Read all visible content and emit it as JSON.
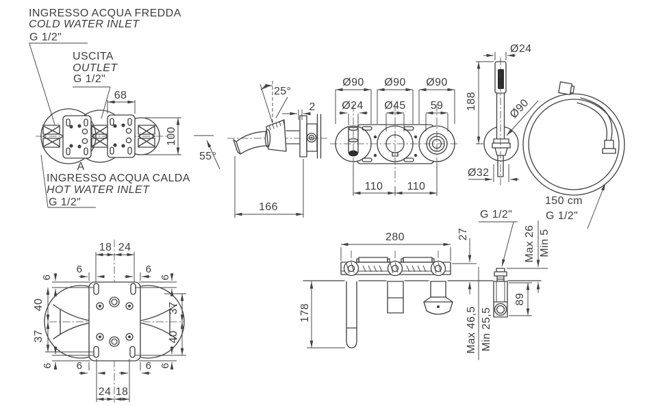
{
  "labels": {
    "cold_inlet": {
      "line1": "INGRESSO ACQUA FREDDA",
      "line2": "COLD WATER INLET",
      "thread": "G 1/2\""
    },
    "outlet": {
      "line1": "USCITA",
      "line2": "OUTLET",
      "thread": "G 1/2\""
    },
    "hot_inlet": {
      "line1": "INGRESSO ACQUA CALDA",
      "line2": "HOT WATER INLET",
      "thread": "G 1/2\""
    },
    "marker_a": "A",
    "hose": {
      "length": "150 cm",
      "thread": "G 1/2\""
    },
    "wall_outlet": {
      "thread": "G 1/2\""
    }
  },
  "dims": {
    "d68": "68",
    "d100": "100",
    "a25": "25°",
    "d2": "2",
    "a55": "55°",
    "d166": "166",
    "d90": "Ø90",
    "d24dia": "Ø24",
    "d45": "Ø45",
    "d59": "59",
    "d110": "110",
    "d188": "188",
    "d32": "Ø32",
    "max26": "Max 26",
    "min5": "Min 5",
    "d89": "89",
    "d18": "18",
    "d24": "24",
    "d6": "6",
    "d40": "40",
    "d37": "37",
    "d280": "280",
    "d27": "27",
    "d178": "178",
    "max465": "Max 46,5",
    "min255": "Min 25,5"
  }
}
